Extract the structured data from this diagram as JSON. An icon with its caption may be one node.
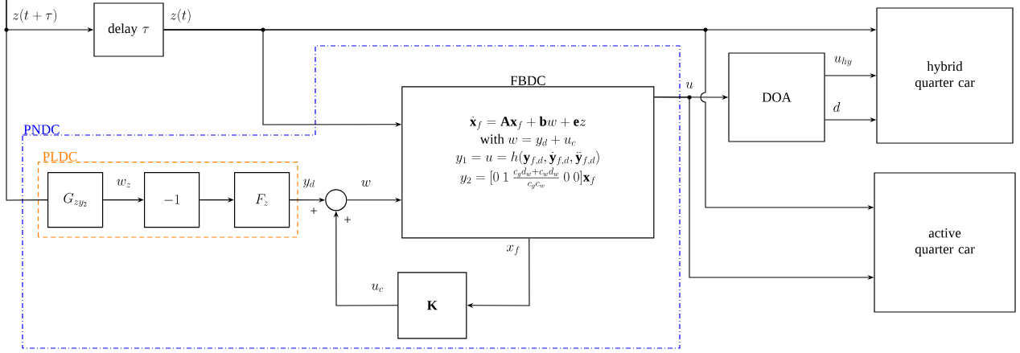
{
  "diagram": {
    "nodes": [
      {
        "text": [
          "PNDC"
        ]
      },
      {
        "text": [
          "PLDC"
        ],
        "in": 0
      },
      {
        "text": [
          "G_{zy_2}"
        ],
        "in": 1
      },
      {
        "text": [
          "-1"
        ],
        "in": 1
      },
      {
        "text": [
          "F_z"
        ],
        "in": 1
      },
      {
        "text": [],
        "shape": "circle",
        "in": 0
      },
      {
        "text": [
          "FBDC",
          "\\dot{\\mathbf{x}}_f=\\mathbf{A}\\mathbf{x}_f+\\mathbf{b}w+\\mathbf{e}z",
          "\\text{with } w=y_d+u_c",
          "y_1=u=h(\\mathbf{y}_{f,d},\\dot{\\mathbf{y}}_{f,d},\\ddot{\\mathbf{y}}_{f,d})",
          "y_2=[0\\ 1\\ \\frac{c_gd_w+c_wd_w}{c_gc_w}\\ 0\\ 0]\\mathbf{x}_f"
        ],
        "in": 0
      },
      {
        "text": [
          "\\mathbf{K}"
        ],
        "in": 0
      },
      {
        "text": [
          "\\text{delay }\\tau"
        ]
      },
      {
        "text": [
          "DOA"
        ]
      },
      {
        "text": [
          "hybrid quarter car"
        ]
      },
      {
        "text": [
          "active quarter car"
        ]
      }
    ],
    "edges": [
      {
        "from": null,
        "to": 8,
        "arrow": "to",
        "label": "z(t+\\tau)"
      },
      {
        "from": null,
        "to": 2,
        "arrow": "none"
      },
      {
        "from": 8,
        "to": 6,
        "arrow": "to",
        "label": "z(t)"
      },
      {
        "from": 8,
        "to": 10,
        "arrow": "to"
      },
      {
        "from": 8,
        "to": 11,
        "arrow": "to"
      },
      {
        "from": 2,
        "to": 3,
        "arrow": "to",
        "label": "w_z"
      },
      {
        "from": 3,
        "to": 4,
        "arrow": "to"
      },
      {
        "from": 4,
        "to": 5,
        "arrow": "to",
        "label": "y_d"
      },
      {
        "from": 5,
        "to": 6,
        "arrow": "to",
        "label": "w"
      },
      {
        "from": 6,
        "to": 9,
        "arrow": "to",
        "label": "u"
      },
      {
        "from": 6,
        "to": 11,
        "arrow": "to"
      },
      {
        "from": 9,
        "to": 10,
        "arrow": "to",
        "label": "u_{hy}"
      },
      {
        "from": 9,
        "to": 10,
        "arrow": "to",
        "label": "d"
      },
      {
        "from": 6,
        "to": 7,
        "arrow": "to",
        "label": "x_f"
      },
      {
        "from": 7,
        "to": 5,
        "arrow": "to",
        "label": "u_c"
      }
    ],
    "labels": [
      "+",
      "+"
    ]
  }
}
